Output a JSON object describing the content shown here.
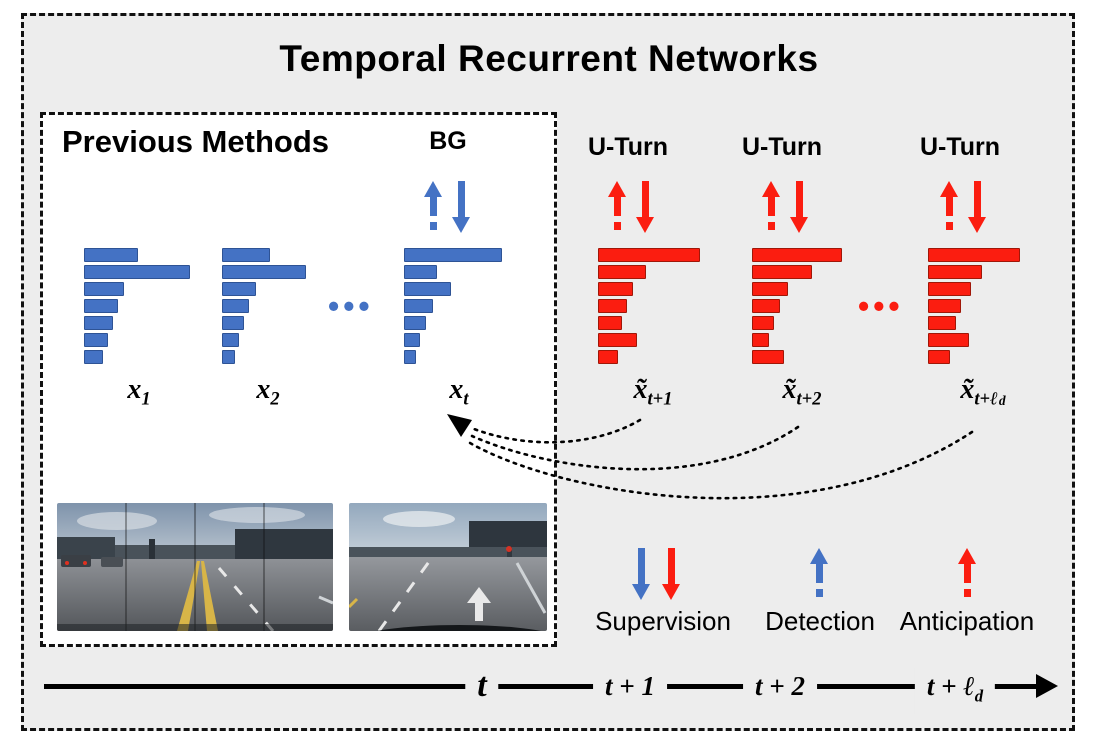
{
  "colors": {
    "figure_bg": "#EDEDED",
    "box_bg": "#FFFFFF",
    "blue": "#4472C4",
    "blue_border": "#2E5395",
    "red": "#FB1D10",
    "red_border": "#A01708",
    "line": "#000000"
  },
  "title": "Temporal Recurrent Networks",
  "previous_methods": {
    "heading": "Previous Methods",
    "class_label": "BG",
    "ellipsis": "•••",
    "histograms": [
      {
        "fill": "#4472C4",
        "stroke": "#2E5395",
        "bars": [
          52,
          104,
          38,
          32,
          27,
          22,
          17
        ],
        "label": {
          "base": "x",
          "sub": "1"
        }
      },
      {
        "fill": "#4472C4",
        "stroke": "#2E5395",
        "bars": [
          46,
          82,
          32,
          25,
          20,
          15,
          11
        ],
        "label": {
          "base": "x",
          "sub": "2"
        }
      },
      {
        "fill": "#4472C4",
        "stroke": "#2E5395",
        "bars": [
          96,
          31,
          45,
          27,
          20,
          14,
          10
        ],
        "label": {
          "base": "x",
          "sub": "t"
        }
      }
    ]
  },
  "anticipated": {
    "class_labels": [
      "U-Turn",
      "U-Turn",
      "U-Turn"
    ],
    "ellipsis": "•••",
    "histograms": [
      {
        "fill": "#FB1D10",
        "stroke": "#A01708",
        "bars": [
          100,
          46,
          33,
          27,
          22,
          37,
          18
        ],
        "label": {
          "base": "x̃",
          "sub": "t+1"
        }
      },
      {
        "fill": "#FB1D10",
        "stroke": "#A01708",
        "bars": [
          88,
          58,
          34,
          26,
          20,
          15,
          30
        ],
        "label": {
          "base": "x̃",
          "sub": "t+2"
        }
      },
      {
        "fill": "#FB1D10",
        "stroke": "#A01708",
        "bars": [
          90,
          52,
          41,
          31,
          26,
          39,
          20
        ],
        "label": {
          "base": "x̃",
          "sub": "t+ℓ",
          "subsub": "d"
        }
      }
    ]
  },
  "legend": {
    "supervision": "Supervision",
    "detection": "Detection",
    "anticipation": "Anticipation"
  },
  "timeline": {
    "labels": [
      {
        "base": "t",
        "sub": ""
      },
      {
        "base": "t + 1",
        "sub": ""
      },
      {
        "base": "t + 2",
        "sub": ""
      },
      {
        "base": "t + ℓ",
        "sub": "d"
      }
    ]
  }
}
